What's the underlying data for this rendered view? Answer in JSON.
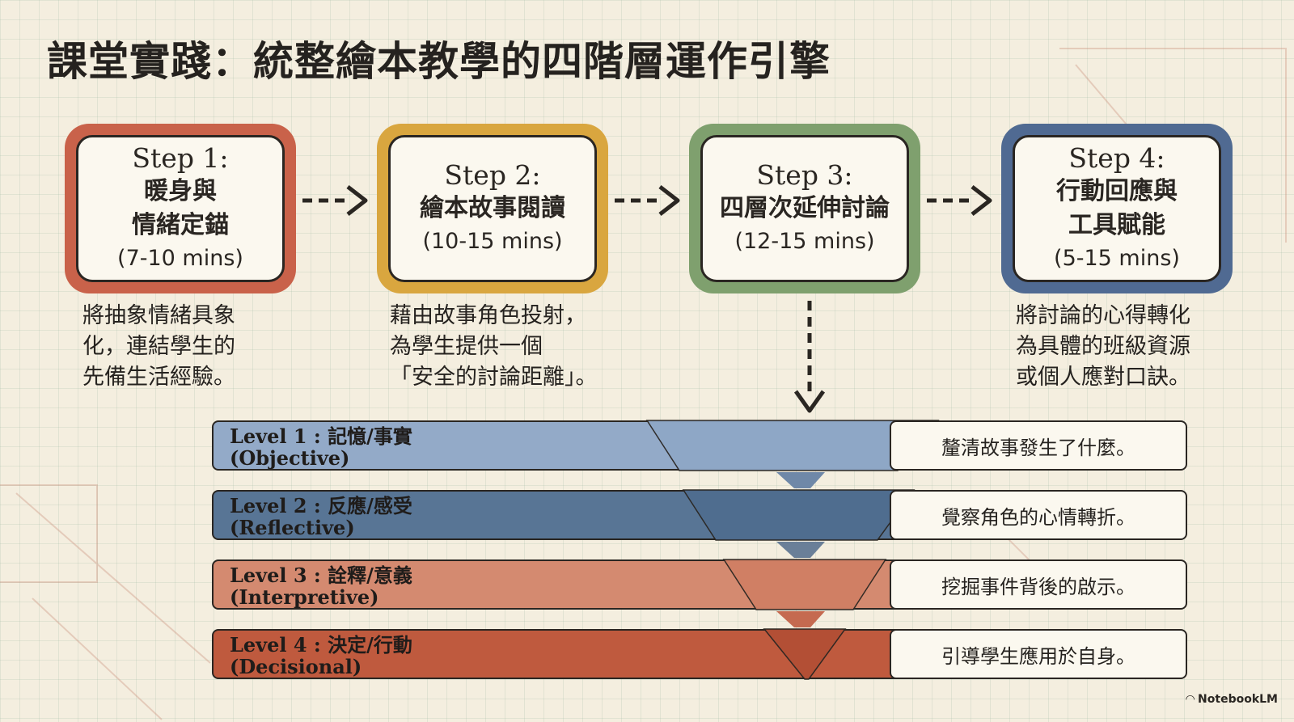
{
  "title": "課堂實踐：統整繪本教學的四階層運作引擎",
  "steps": [
    {
      "label": "Step 1:",
      "name": "暖身與\n情緒定錨",
      "time": "(7-10 mins)",
      "color": "#c9624a"
    },
    {
      "label": "Step 2:",
      "name": "繪本故事閱讀",
      "time": "(10-15 mins)",
      "color": "#d9a63f"
    },
    {
      "label": "Step 3:",
      "name": "四層次延伸討論",
      "time": "(12-15 mins)",
      "color": "#7fa06e"
    },
    {
      "label": "Step 4:",
      "name": "行動回應與\n工具賦能",
      "time": "(5-15 mins)",
      "color": "#506a92"
    }
  ],
  "descriptions": {
    "step1": "將抽象情緒具象\n化，連結學生的\n先備生活經驗。",
    "step2": "藉由故事角色投射，\n為學生提供一個\n「安全的討論距離」。",
    "step4": "將討論的心得轉化\n為具體的班級資源\n或個人應對口訣。"
  },
  "levels": [
    {
      "title": "Level 1 : 記憶/事實",
      "subtitle": "(Objective)",
      "note": "釐清故事發生了什麼。",
      "color": "#93aac8"
    },
    {
      "title": "Level 2 : 反應/感受",
      "subtitle": "(Reflective)",
      "note": "覺察角色的心情轉折。",
      "color": "#587595"
    },
    {
      "title": "Level 3 : 詮釋/意義",
      "subtitle": "(Interpretive)",
      "note": "挖掘事件背後的啟示。",
      "color": "#d48a70"
    },
    {
      "title": "Level 4 : 決定/行動",
      "subtitle": "(Decisional)",
      "note": "引導學生應用於自身。",
      "color": "#bf5a3e"
    }
  ],
  "brand": "NotebookLM"
}
